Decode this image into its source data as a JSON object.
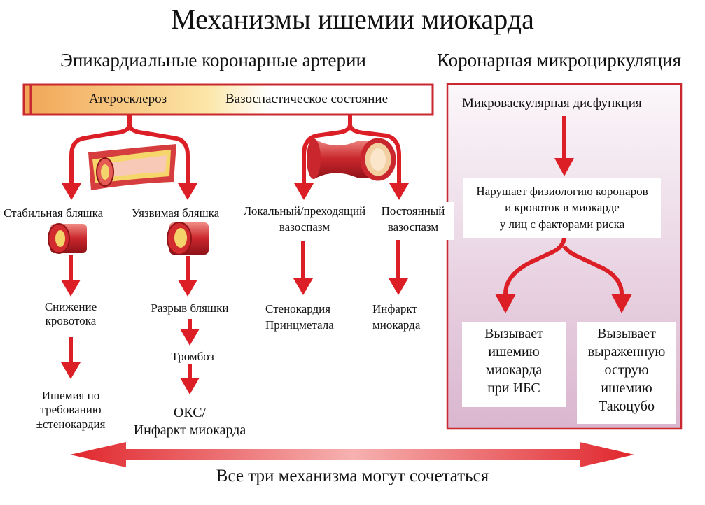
{
  "title": "Механизмы ишемии миокарда",
  "left_section": {
    "heading": "Эпикардиальные коронарные артерии",
    "bar_items": [
      "Атеросклероз",
      "Вазоспастическое состояние"
    ],
    "atherosclerosis": {
      "stable": {
        "label": "Стабильная бляшка",
        "steps": [
          "Снижение\nкровотока",
          "Ишемия по\nтребованию\n±стенокардия"
        ]
      },
      "vulnerable": {
        "label": "Уязвимая бляшка",
        "steps": [
          "Разрыв бляшки",
          "Тромбоз",
          "ОКС/\nИнфаркт миокарда"
        ]
      }
    },
    "vasospasm": {
      "transient": {
        "label": "Локальный/преходящий\nвазоспазм",
        "result": "Стенокардия\nПринцметала"
      },
      "persistent": {
        "label": "Постоянный\nвазоспазм",
        "result": "Инфаркт\nмиокарда"
      }
    }
  },
  "right_section": {
    "heading": "Коронарная микроциркуляция",
    "top": "Микроваскулярная дисфункция",
    "middle": "Нарушает физиологию коронаров\nи кровоток в миокарде\nу лиц с факторами риска",
    "left_result": "Вызывает\nишемию\nмиокарда\nпри  ИБС",
    "right_result": "Вызывает\nвыраженную\nострую\nишемию\nТакоцубо"
  },
  "footer": "Все три механизма могут сочетаться",
  "colors": {
    "red": "#dc1f26",
    "dark_red": "#b5171d",
    "panel_border": "#c8282e",
    "panel_bg_top": "#fbf6fa",
    "panel_bg_bottom": "#dab7cf",
    "bar_orange": "#f3b160",
    "bar_yellow": "#fce9b3"
  }
}
